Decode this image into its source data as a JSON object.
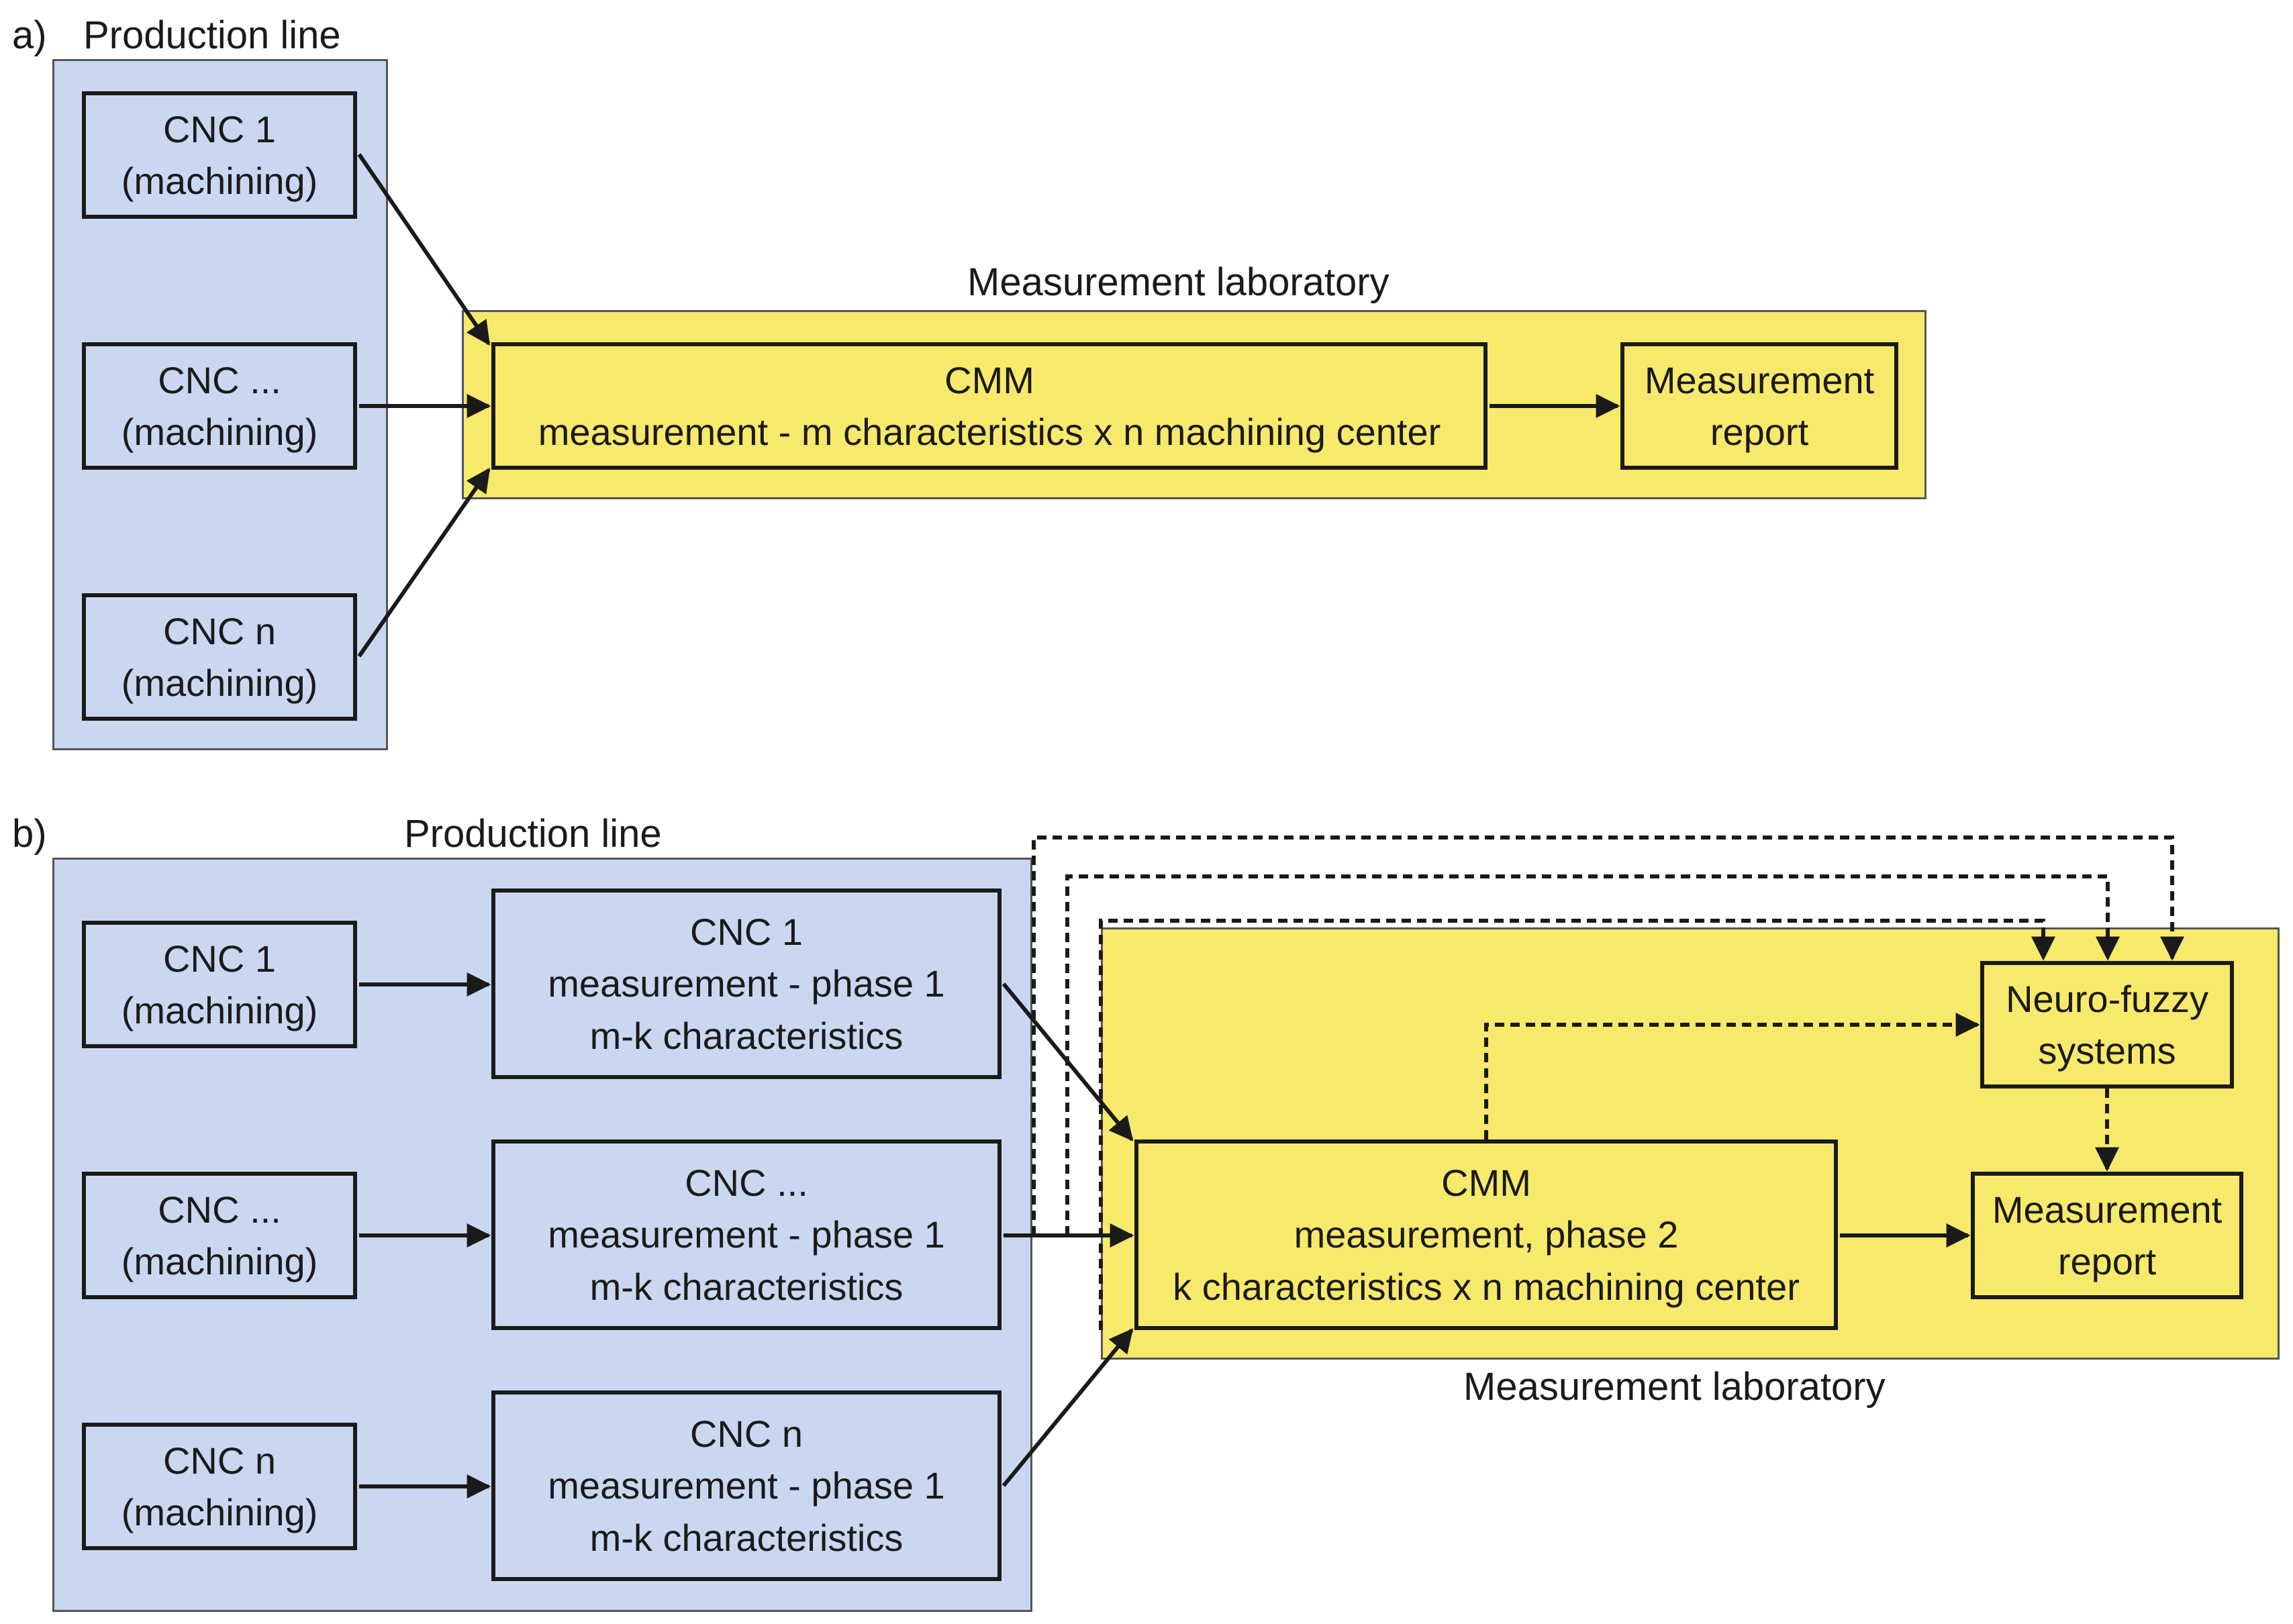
{
  "panel_a": {
    "tag": "a)",
    "production_line_label": "Production line",
    "lab_label": "Measurement laboratory",
    "cnc_boxes": [
      {
        "line1": "CNC 1",
        "line2": "(machining)"
      },
      {
        "line1": "CNC ...",
        "line2": "(machining)"
      },
      {
        "line1": "CNC n",
        "line2": "(machining)"
      }
    ],
    "cmm": {
      "line1": "CMM",
      "line2": "measurement - m characteristics x n machining center"
    },
    "report": {
      "line1": "Measurement",
      "line2": "report"
    }
  },
  "panel_b": {
    "tag": "b)",
    "production_line_label": "Production line",
    "lab_label": "Measurement laboratory",
    "cnc_boxes": [
      {
        "line1": "CNC 1",
        "line2": "(machining)"
      },
      {
        "line1": "CNC ...",
        "line2": "(machining)"
      },
      {
        "line1": "CNC n",
        "line2": "(machining)"
      }
    ],
    "phase1_boxes": [
      {
        "line1": "CNC 1",
        "line2": "measurement - phase 1",
        "line3": "m-k characteristics"
      },
      {
        "line1": "CNC ...",
        "line2": "measurement - phase 1",
        "line3": "m-k characteristics"
      },
      {
        "line1": "CNC n",
        "line2": "measurement - phase 1",
        "line3": "m-k characteristics"
      }
    ],
    "cmm": {
      "line1": "CMM",
      "line2": "measurement, phase 2",
      "line3": "k characteristics x n machining center"
    },
    "neuro_fuzzy": {
      "line1": "Neuro-fuzzy",
      "line2": "systems"
    },
    "report": {
      "line1": "Measurement",
      "line2": "report"
    }
  }
}
